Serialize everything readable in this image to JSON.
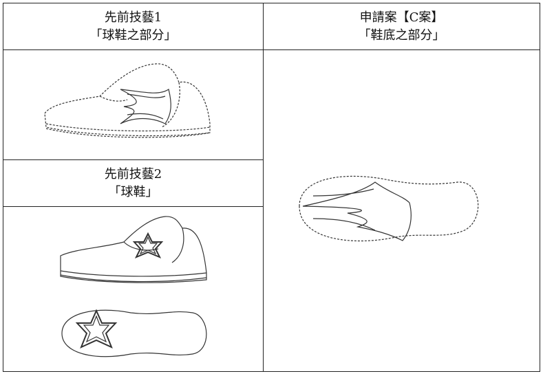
{
  "table": {
    "prior_art_1": {
      "title": "先前技藝1",
      "subtitle": "「球鞋之部分」"
    },
    "application": {
      "title": "申請案【C案】",
      "subtitle": "「鞋底之部分」"
    },
    "prior_art_2": {
      "title": "先前技藝2",
      "subtitle": "「球鞋」"
    }
  }
}
